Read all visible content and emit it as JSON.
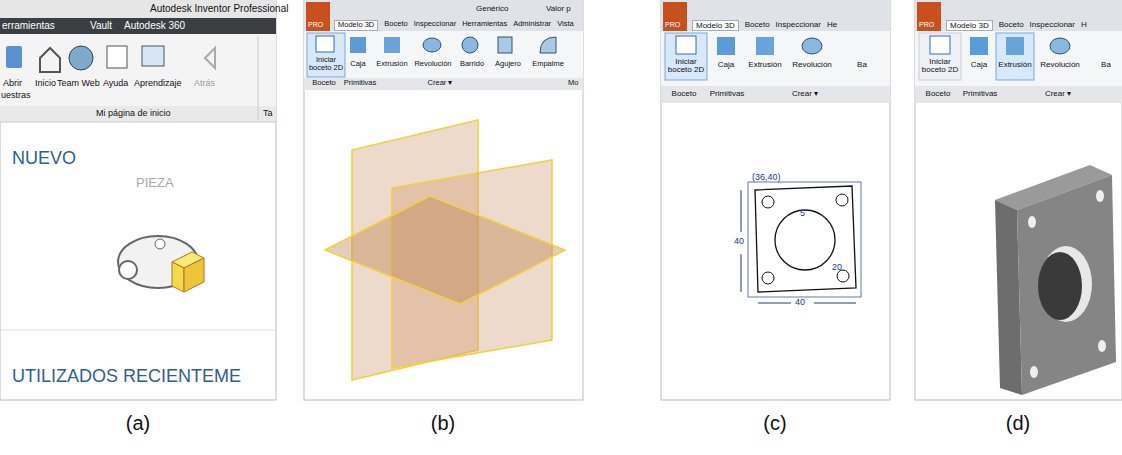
{
  "diagram": {
    "labels": [
      "Autodesk Inventor Professional",
      "erramientas",
      "Vault",
      "Autodesk 360",
      "Abrir",
      "uestras",
      "Inicio",
      "Team Web",
      "Ayuda",
      "Aprendizaje",
      "Atrás",
      "Mi página de inicio",
      "Ta",
      "NUEVO",
      "PIEZA",
      "UTILIZADOS RECIENTEME",
      "Genérico",
      "Valor p",
      "PRO",
      "Modelo 3D",
      "Boceto",
      "Inspeccionar",
      "Herramientas",
      "Administrar",
      "Vista",
      "Iniciar boceto 2D",
      "Caja",
      "Extrusión",
      "Revolución",
      "Barrido",
      "Agujero",
      "Empalme",
      "Boceto",
      "Primitivas",
      "Crear ▾",
      "Mo",
      "PRO",
      "Modelo 3D",
      "Boceto",
      "Inspeccionar",
      "He",
      "Iniciar boceto 2D",
      "Caja",
      "Extrusión",
      "Revolución",
      "Ba",
      "Boceto",
      "Primitivas",
      "Crear ▾",
      "(36,40)",
      "5",
      "40",
      "20",
      "40",
      "PRO",
      "Modelo 3D",
      "Boceto",
      "Inspeccionar",
      "H",
      "Iniciar boceto 2D",
      "Caja",
      "Extrusión",
      "Revolución",
      "Ba",
      "Boceto",
      "Primitivas",
      "Crear ▾",
      "(a)",
      "(b)",
      "(c)",
      "(d)"
    ]
  }
}
